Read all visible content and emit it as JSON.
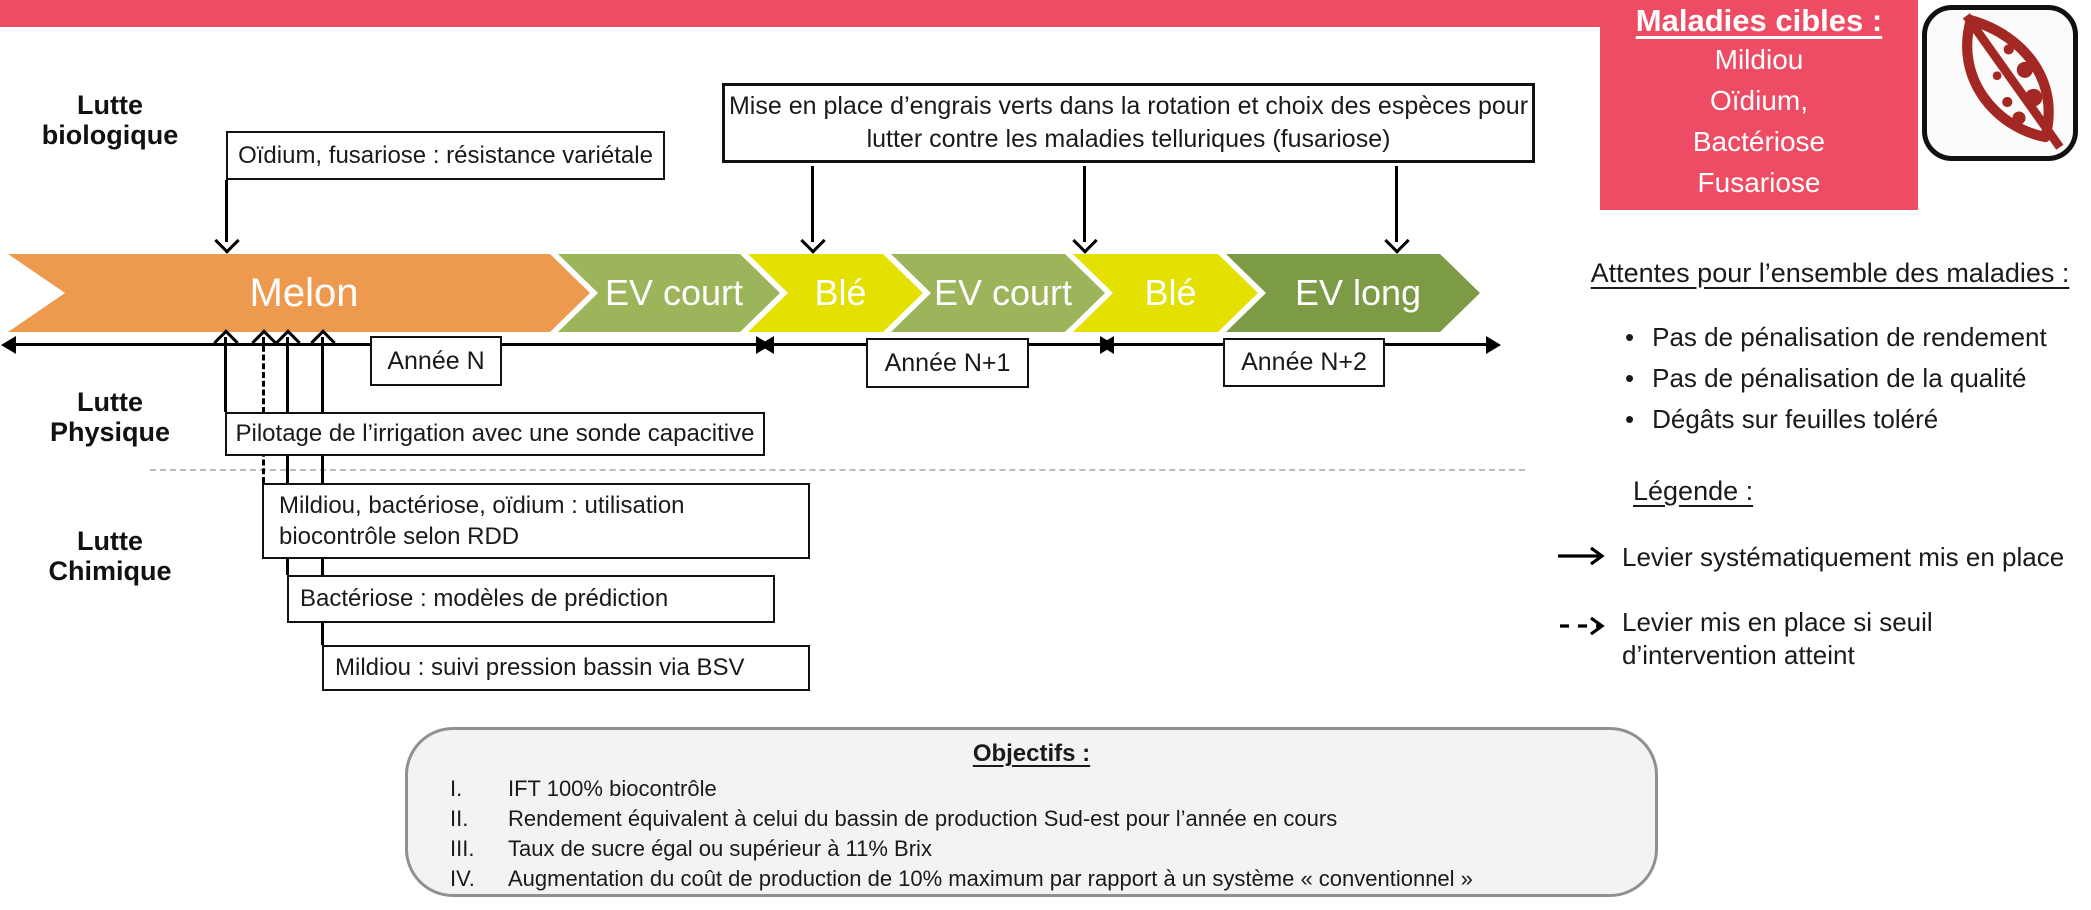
{
  "colors": {
    "pink": "#ee4c64",
    "melon_orange": "#ed9a4f",
    "ev_court_green": "#9cb45a",
    "ble_yellow": "#e4e000",
    "ev_long_green": "#7d9a45",
    "leaf_red": "#a32823"
  },
  "maladies": {
    "title": "Maladies cibles :",
    "items": [
      "Mildiou",
      "Oïdium,",
      "Bactériose",
      "Fusariose"
    ]
  },
  "row_labels": {
    "biologique": [
      "Lutte",
      "biologique"
    ],
    "physique": [
      "Lutte",
      "Physique"
    ],
    "chimique": [
      "Lutte",
      "Chimique"
    ]
  },
  "boxes": {
    "resistance": "Oïdium, fusariose : résistance variétale",
    "engrais": [
      "Mise en place d’engrais verts dans la rotation et choix des espèces pour",
      "lutter contre les maladies telluriques (fusariose)"
    ],
    "pilotage": "Pilotage de l’irrigation avec une sonde capacitive",
    "biocontrole": [
      "Mildiou, bactériose, oïdium : utilisation",
      "biocontrôle selon RDD"
    ],
    "bacteriose": "Bactériose : modèles de prédiction",
    "mildiou_bsv": "Mildiou : suivi pression bassin via BSV"
  },
  "chevrons": [
    {
      "label": "Melon",
      "color": "#ed9a4f"
    },
    {
      "label": "EV court",
      "color": "#9cb45a"
    },
    {
      "label": "Blé",
      "color": "#e4e000"
    },
    {
      "label": "EV court",
      "color": "#9cb45a"
    },
    {
      "label": "Blé",
      "color": "#e4e000"
    },
    {
      "label": "EV long",
      "color": "#7d9a45"
    }
  ],
  "timeline": {
    "years": [
      "Année N",
      "Année N+1",
      "Année N+2"
    ]
  },
  "attentes": {
    "title": "Attentes pour l’ensemble des maladies :",
    "bullet": "•",
    "items": [
      "Pas de pénalisation de rendement",
      "Pas de pénalisation de la qualité",
      "Dégâts sur feuilles toléré"
    ]
  },
  "legende": {
    "title": "Légende :",
    "solid": "Levier systématiquement mis en place",
    "dashed": [
      "Levier mis en place si seuil",
      "d’intervention atteint"
    ]
  },
  "objectifs": {
    "title": "Objectifs :",
    "items": [
      {
        "num": "I.",
        "text": "IFT 100% biocontrôle"
      },
      {
        "num": "II.",
        "text": "Rendement équivalent à celui du bassin de production Sud-est pour l’année en cours"
      },
      {
        "num": "III.",
        "text": "Taux de sucre égal ou supérieur à 11% Brix"
      },
      {
        "num": "IV.",
        "text": "Augmentation du coût de production de 10% maximum par rapport à un système « conventionnel »"
      }
    ]
  }
}
